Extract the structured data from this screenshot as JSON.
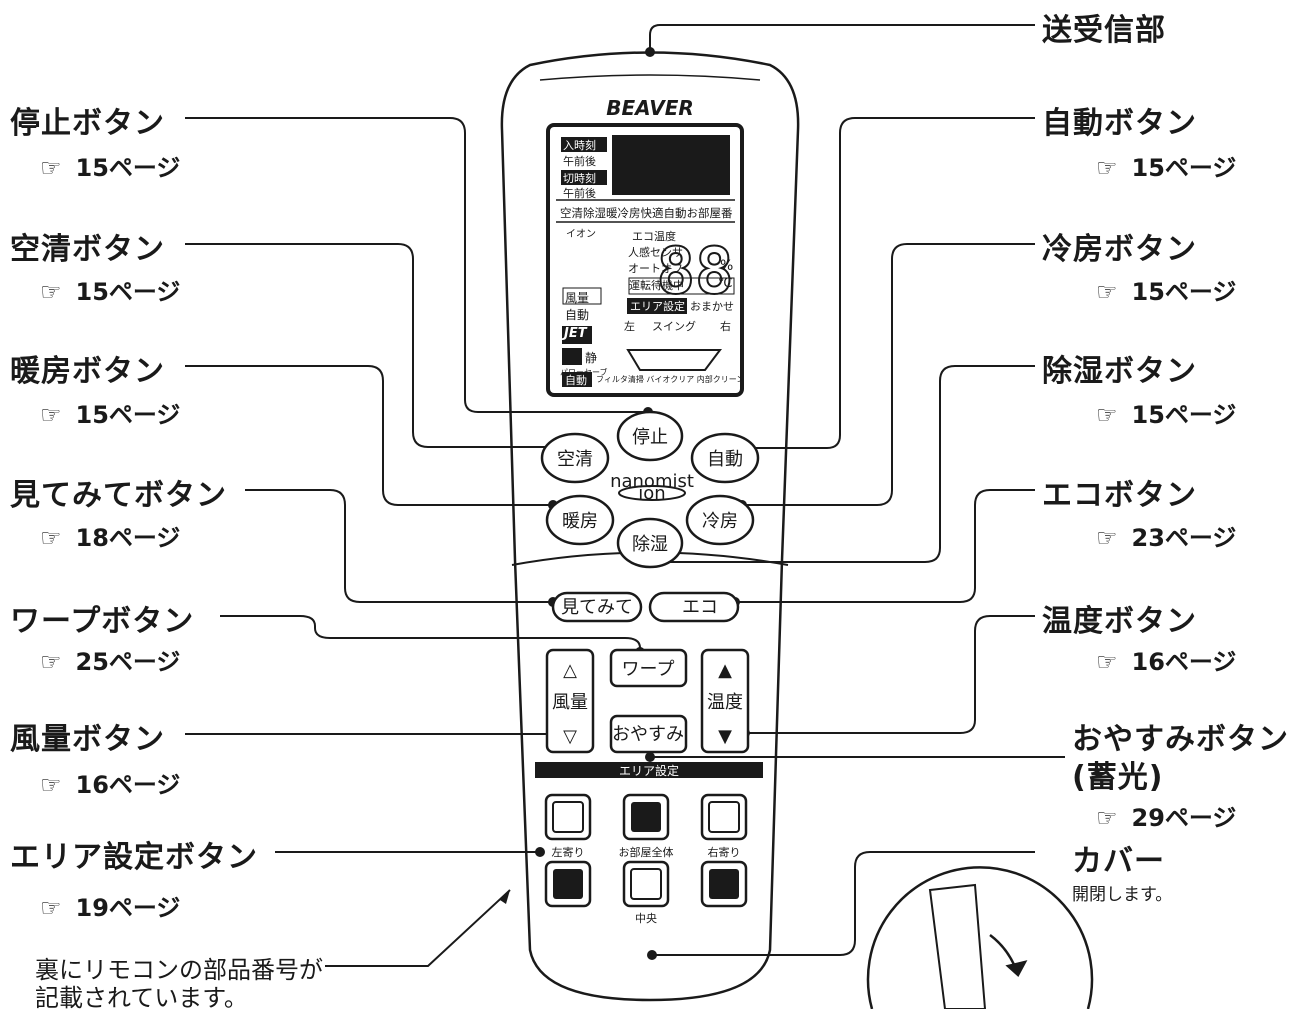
{
  "labels": {
    "transmitter": "送受信部",
    "stop": "停止ボタン",
    "auto": "自動ボタン",
    "air_clean": "空清ボタン",
    "cool": "冷房ボタン",
    "heat": "暖房ボタン",
    "dehumidify": "除湿ボタン",
    "look": "見てみてボタン",
    "eco": "エコボタン",
    "warp": "ワープボタン",
    "temp": "温度ボタン",
    "fan": "風量ボタン",
    "sleep": "おやすみボタン",
    "sleep_note": "(蓄光)",
    "area": "エリア設定ボタン",
    "cover": "カバー",
    "cover_note": "開閉します。",
    "back_note_1": "裏にリモコンの部品番号が",
    "back_note_2": "記載されています。"
  },
  "page_refs": {
    "stop": "15ページ",
    "auto": "15ページ",
    "air_clean": "15ページ",
    "cool": "15ページ",
    "heat": "15ページ",
    "dehumidify": "15ページ",
    "look": "18ページ",
    "eco": "23ページ",
    "warp": "25ページ",
    "temp": "16ページ",
    "fan": "16ページ",
    "sleep": "29ページ",
    "area": "19ページ",
    "icon": "☞"
  },
  "remote": {
    "brand": "BEAVER",
    "lcd": {
      "in_time": "入時刻",
      "ampm1": "午前後",
      "off_time": "切時刻",
      "ampm2": "午前後",
      "mode_row": "空清除湿暖冷房快適自動お部屋番",
      "ion": "イオン",
      "eco_temp": "エコ温度",
      "sensor": "人感センサ",
      "auto_off": "オートオフ",
      "standby": "運転待機中",
      "fan": "風量",
      "auto": "自動",
      "jet": "JET",
      "quiet": "静",
      "power_save": "パワーセーブ",
      "area_set": "エリア設定",
      "omakase": "おまかせ",
      "left": "左",
      "swing": "スイング",
      "right": "右",
      "digits": "88",
      "percent": "%",
      "celsius": "℃",
      "bottom_auto": "自動",
      "bottom_row": "フィルタ清掃 バイオクリア 内部クリーン"
    },
    "buttons": {
      "stop": "停止",
      "air_clean": "空清",
      "auto": "自動",
      "nanomist": "nanomist",
      "ion": "ion",
      "heat": "暖房",
      "cool": "冷房",
      "dehumidify": "除湿",
      "look": "見てみて",
      "eco": "エコ",
      "warp": "ワープ",
      "sleep": "おやすみ",
      "fan": "風量",
      "temp": "温度",
      "up_hollow": "△",
      "down_hollow": "▽",
      "up_solid": "▲",
      "down_solid": "▼"
    },
    "area_panel": {
      "title": "エリア設定",
      "left": "左寄り",
      "whole": "お部屋全体",
      "right": "右寄り",
      "center": "中央"
    }
  }
}
